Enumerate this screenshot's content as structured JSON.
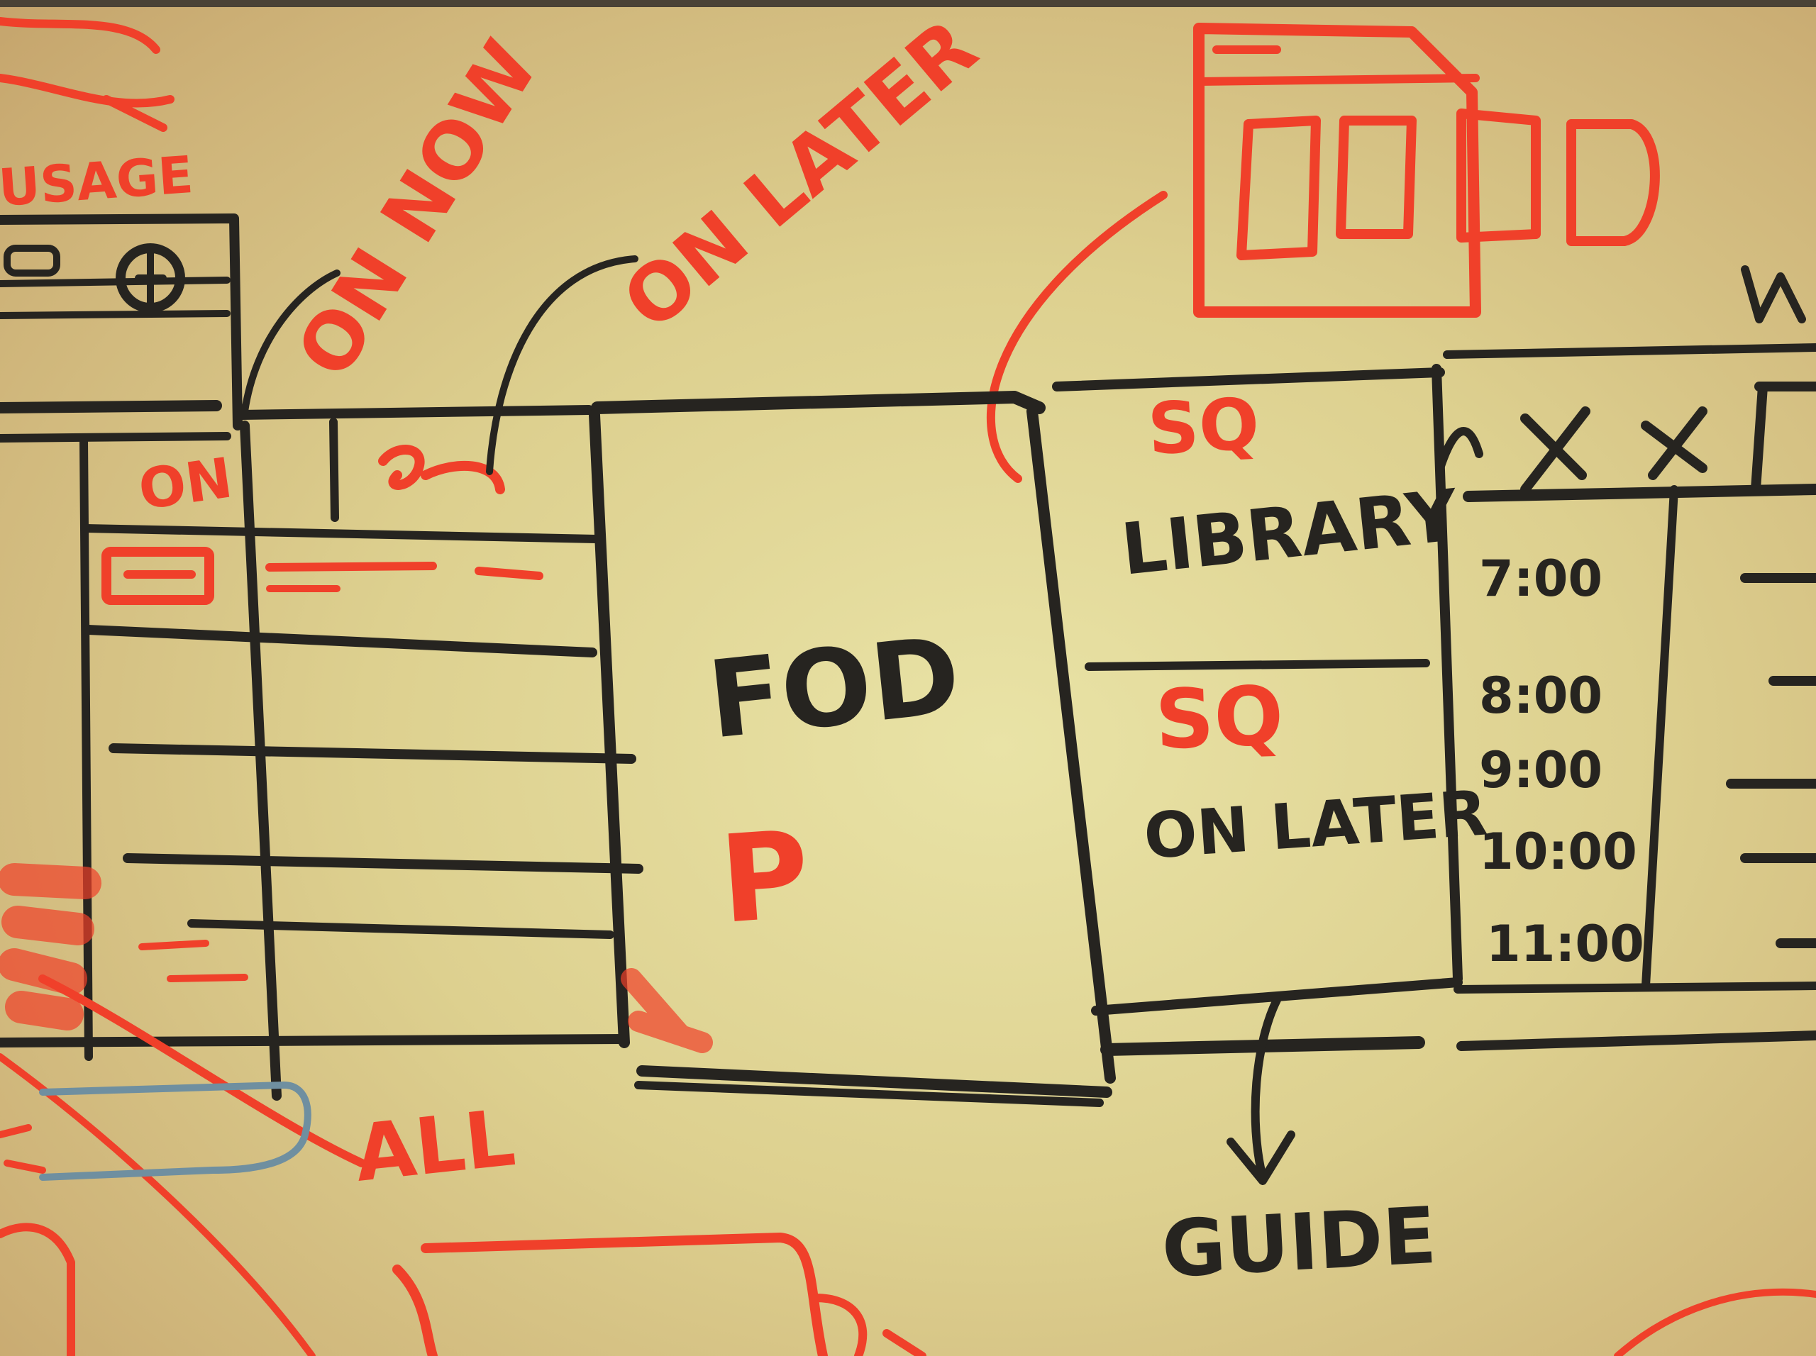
{
  "colors": {
    "board": "#e6dea0",
    "black_marker": "#262420",
    "red_marker": "#f0402a",
    "blue_marker": "#6f8fa0"
  },
  "labels": {
    "usage": "USAGE",
    "on_now": "ON NOW",
    "on_later": "ON LATER",
    "tab_on": "ON",
    "fod": "FOD",
    "fod_mark": "P",
    "sq_library_badge": "SQ",
    "library": "LIBRARY",
    "sq_on_later_badge": "SQ",
    "on_later_box": "ON LATER",
    "guide": "GUIDE",
    "all": "ALL"
  },
  "schedule_times": [
    "7:00",
    "8:00",
    "9:00",
    "10:00",
    "11:00"
  ]
}
